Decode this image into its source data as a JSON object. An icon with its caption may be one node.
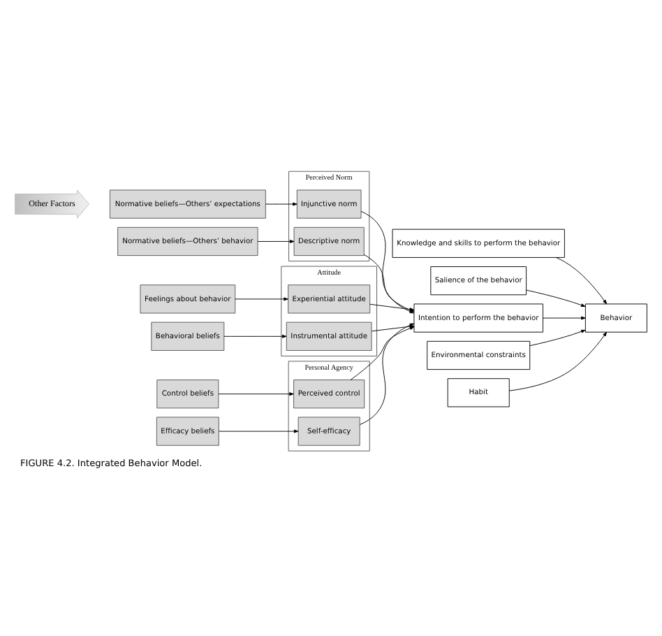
{
  "diagram": {
    "caption": "FIGURE 4.2. Integrated Behavior Model.",
    "nodes": [
      {
        "text": [
          "Other Factors"
        ]
      },
      {
        "text": [
          "Feelings about behavior"
        ]
      },
      {
        "text": [
          "Behavioral beliefs"
        ]
      },
      {
        "text": [
          "Normative beliefs—Others’ expectations"
        ]
      },
      {
        "text": [
          "Normative beliefs—Others’ behavior"
        ]
      },
      {
        "text": [
          "Control beliefs"
        ]
      },
      {
        "text": [
          "Efficacy beliefs"
        ]
      },
      {
        "text": [
          "Attitude"
        ]
      },
      {
        "text": [
          "Experiential attitude"
        ],
        "in": 7
      },
      {
        "text": [
          "Instrumental attitude"
        ],
        "in": 7
      },
      {
        "text": [
          "Perceived Norm"
        ]
      },
      {
        "text": [
          "Injunctive norm"
        ],
        "in": 10
      },
      {
        "text": [
          "Descriptive norm"
        ],
        "in": 10
      },
      {
        "text": [
          "Personal Agency"
        ]
      },
      {
        "text": [
          "Perceived control"
        ],
        "in": 13
      },
      {
        "text": [
          "Self-efficacy"
        ],
        "in": 13
      },
      {
        "text": [
          "Knowledge and skills to perform the behavior"
        ]
      },
      {
        "text": [
          "Salience of the behavior"
        ]
      },
      {
        "text": [
          "Intention to perform the behavior"
        ]
      },
      {
        "text": [
          "Behavior"
        ]
      },
      {
        "text": [
          "Environmental constraints"
        ]
      },
      {
        "text": [
          "Habit"
        ]
      }
    ],
    "edges": [
      {
        "from": 1,
        "to": 8,
        "arrow": "to"
      },
      {
        "from": 2,
        "to": 9,
        "arrow": "to"
      },
      {
        "from": 3,
        "to": 11,
        "arrow": "to"
      },
      {
        "from": 4,
        "to": 12,
        "arrow": "to"
      },
      {
        "from": 5,
        "to": 14,
        "arrow": "to"
      },
      {
        "from": 6,
        "to": 15,
        "arrow": "to"
      },
      {
        "from": 8,
        "to": 18,
        "arrow": "to"
      },
      {
        "from": 9,
        "to": 18,
        "arrow": "to"
      },
      {
        "from": 11,
        "to": 18,
        "arrow": "to"
      },
      {
        "from": 12,
        "to": 18,
        "arrow": "to"
      },
      {
        "from": 14,
        "to": 18,
        "arrow": "to"
      },
      {
        "from": 15,
        "to": 18,
        "arrow": "to"
      },
      {
        "from": 18,
        "to": 19,
        "arrow": "to"
      },
      {
        "from": 16,
        "to": 19,
        "arrow": "to"
      },
      {
        "from": 17,
        "to": 19,
        "arrow": "to"
      },
      {
        "from": 20,
        "to": 19,
        "arrow": "to"
      },
      {
        "from": 21,
        "to": 19,
        "arrow": "to"
      }
    ]
  }
}
